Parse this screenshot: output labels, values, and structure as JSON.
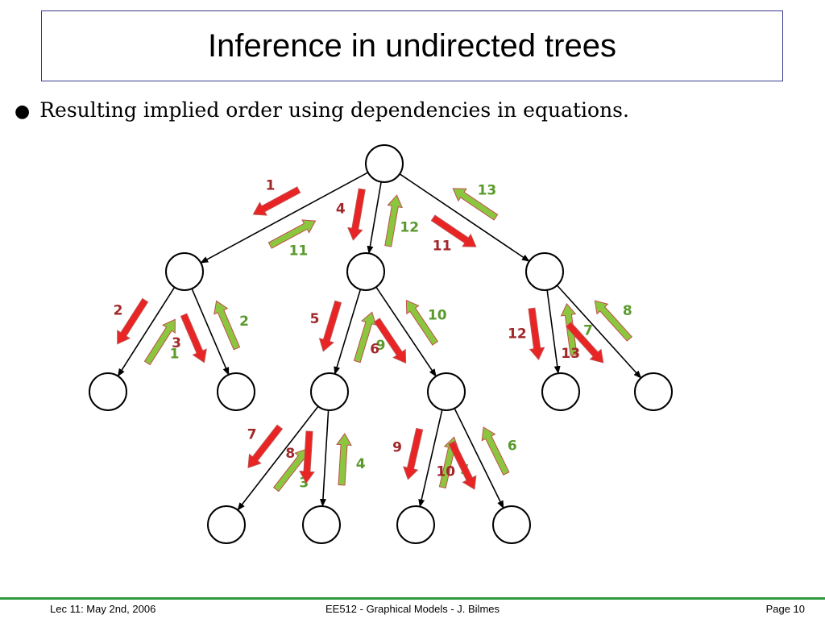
{
  "slide": {
    "title": "Inference in undirected trees",
    "bullet": "Resulting implied order using dependencies in equations."
  },
  "footer": {
    "left": "Lec 11: May 2nd, 2006",
    "center": "EE512 - Graphical Models - J. Bilmes",
    "right": "Page 10"
  },
  "colors": {
    "green_arrow": "#8cc63f",
    "red_arrow": "#e82424",
    "arrow_outline": "#c0504d",
    "green_label": "#5a9a2c",
    "red_label": "#a0282a",
    "footer_rule": "#2e9a3e"
  },
  "tree": {
    "nodes": [
      "root",
      "a",
      "b",
      "c",
      "a1",
      "a2",
      "b1",
      "b2",
      "c1",
      "c2",
      "b1a",
      "b1b",
      "b2a",
      "b2b"
    ],
    "edges": [
      {
        "from": "root",
        "to": "a",
        "up_label": "11",
        "down_label": "1"
      },
      {
        "from": "root",
        "to": "b",
        "up_label": "12",
        "down_label": "4"
      },
      {
        "from": "root",
        "to": "c",
        "up_label": "13",
        "down_label": "11"
      },
      {
        "from": "a",
        "to": "a1",
        "up_label": "1",
        "down_label": "2"
      },
      {
        "from": "a",
        "to": "a2",
        "up_label": "2",
        "down_label": "3"
      },
      {
        "from": "b",
        "to": "b1",
        "up_label": "9",
        "down_label": "5"
      },
      {
        "from": "b",
        "to": "b2",
        "up_label": "10",
        "down_label": "6"
      },
      {
        "from": "c",
        "to": "c1",
        "up_label": "7",
        "down_label": "12"
      },
      {
        "from": "c",
        "to": "c2",
        "up_label": "8",
        "down_label": "13"
      },
      {
        "from": "b1",
        "to": "b1a",
        "up_label": "3",
        "down_label": "7"
      },
      {
        "from": "b1",
        "to": "b1b",
        "up_label": "4",
        "down_label": "8"
      },
      {
        "from": "b2",
        "to": "b2a",
        "up_label": "5",
        "down_label": "9"
      },
      {
        "from": "b2",
        "to": "b2b",
        "up_label": "6",
        "down_label": "10"
      }
    ]
  }
}
